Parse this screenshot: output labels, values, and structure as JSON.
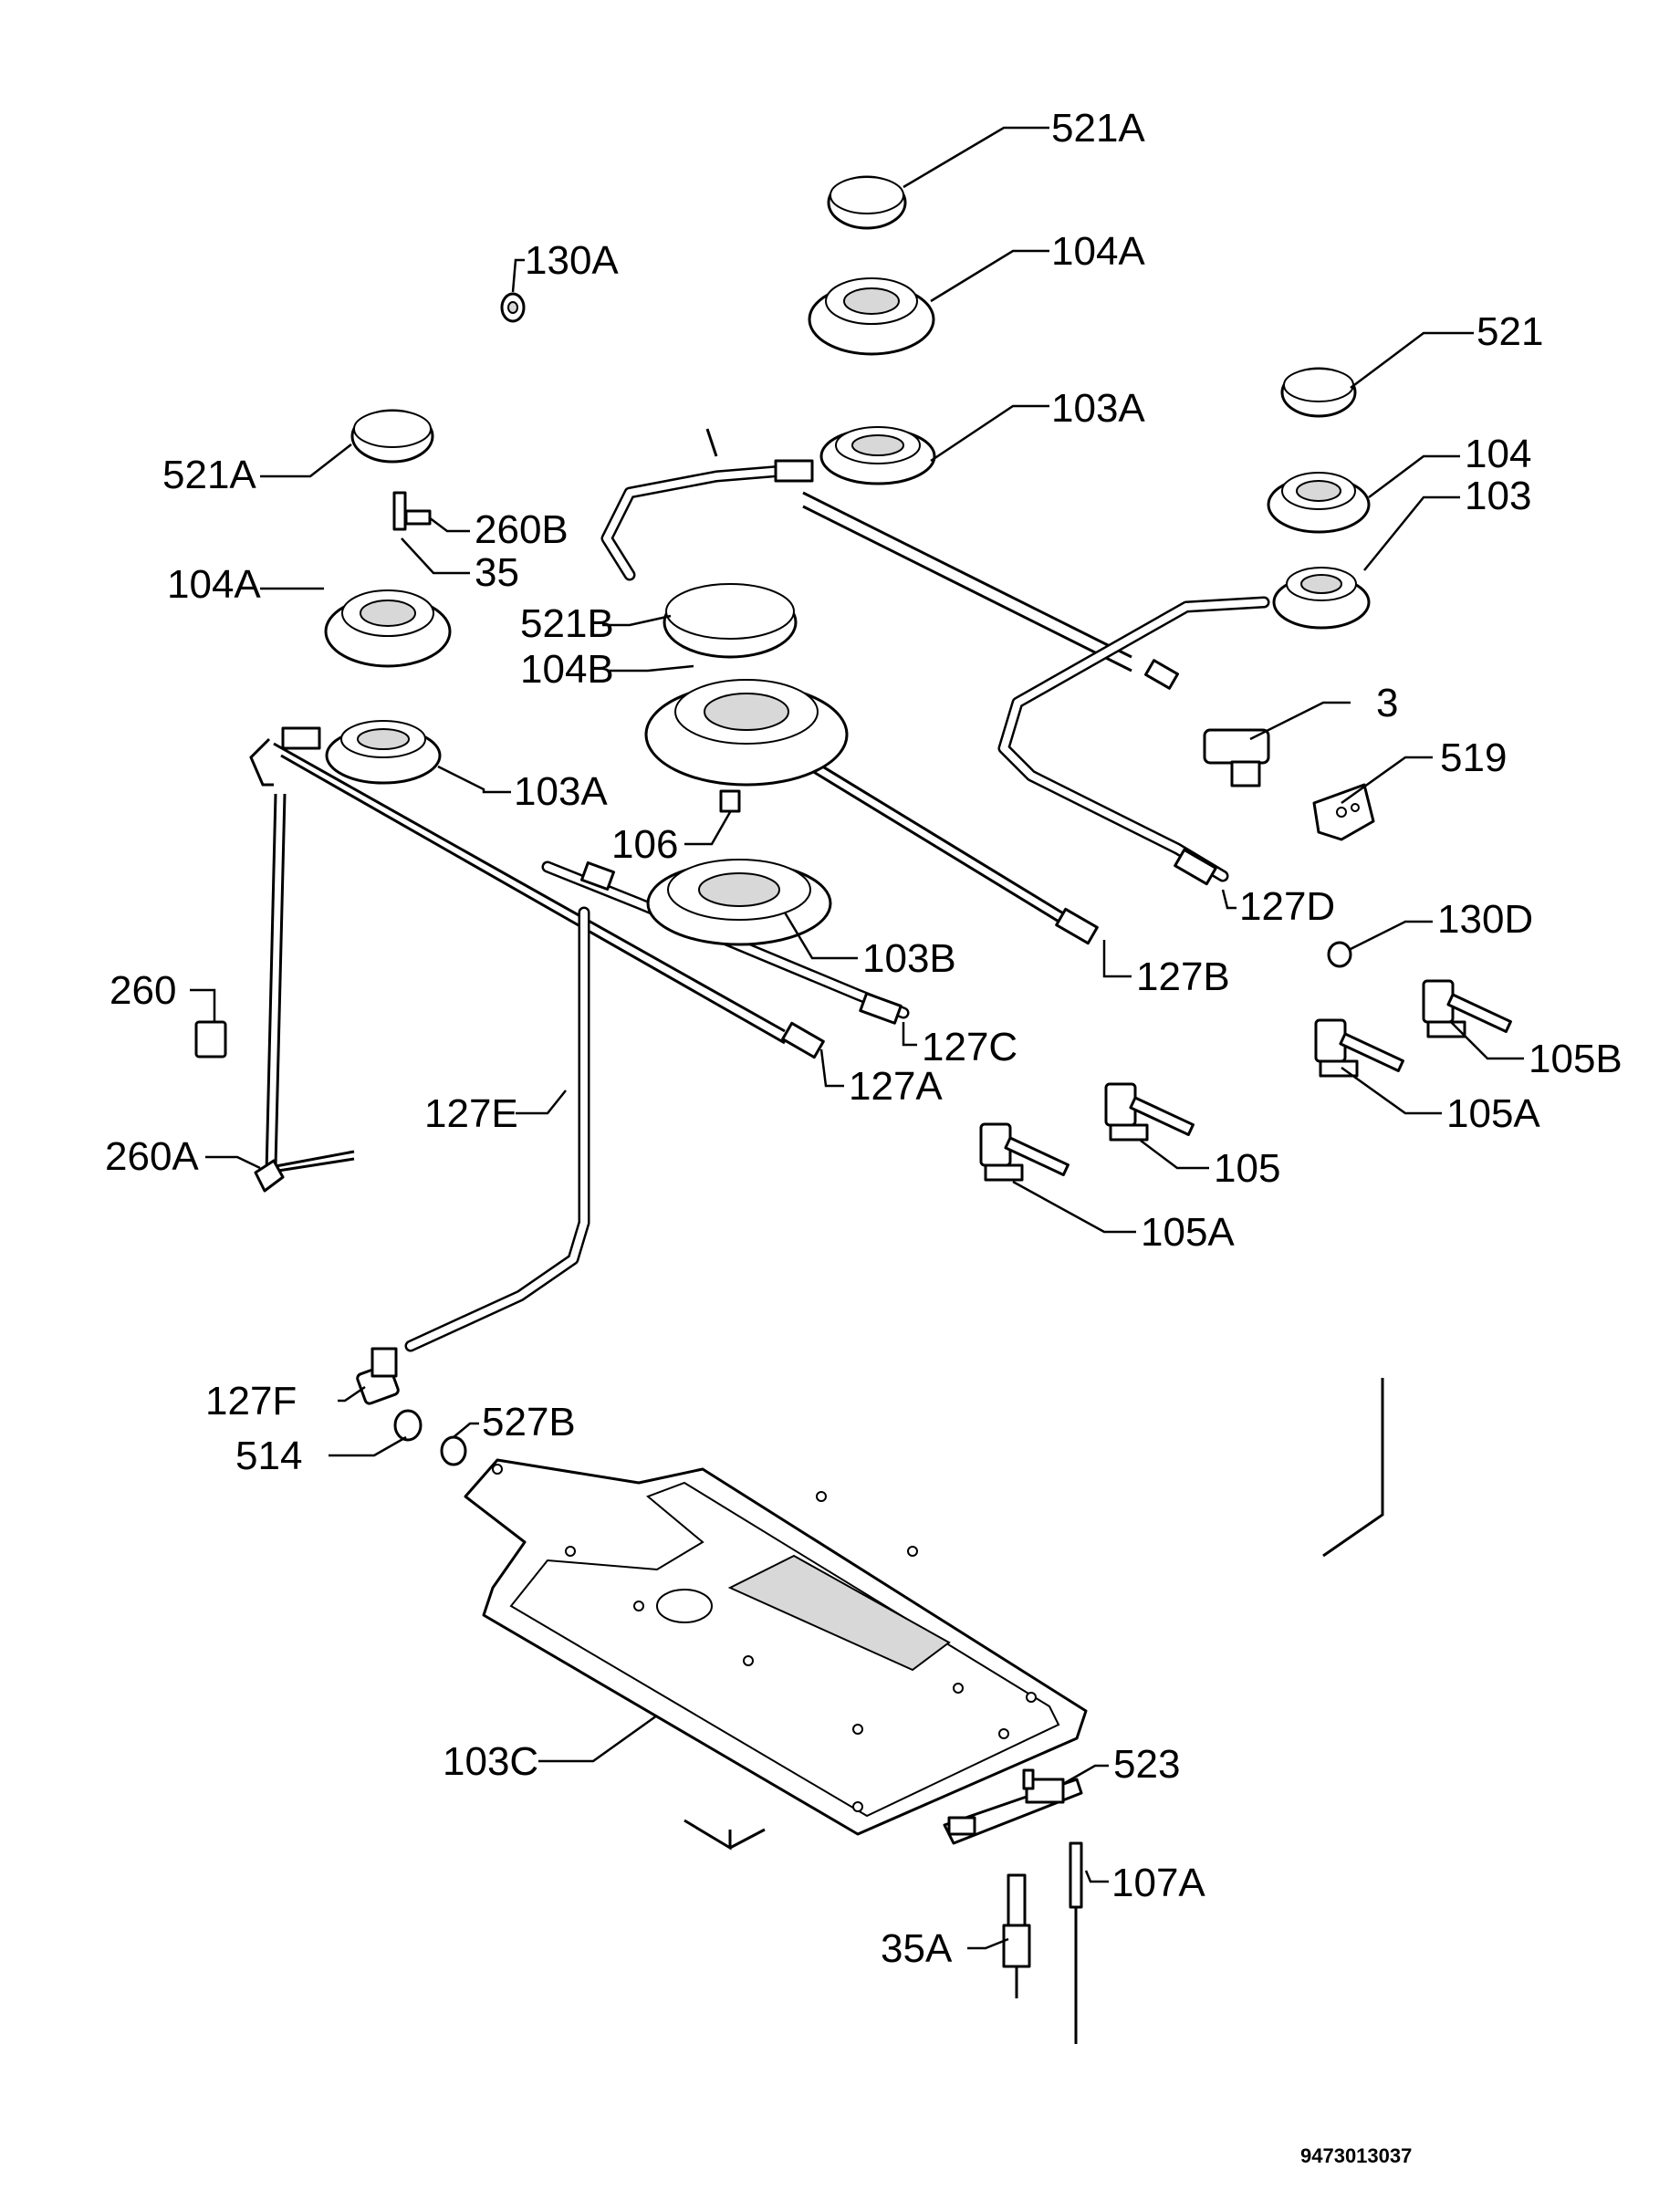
{
  "labels": {
    "l521A_top": "521A",
    "l104A_top": "104A",
    "l103A_top": "103A",
    "l130A": "130A",
    "l521": "521",
    "l104": "104",
    "l103": "103",
    "l521A_left": "521A",
    "l260B": "260B",
    "l35": "35",
    "l104A_left": "104A",
    "l521B": "521B",
    "l104B": "104B",
    "l3": "3",
    "l519": "519",
    "l103A_left": "103A",
    "l106": "106",
    "l127D": "127D",
    "l130D": "130D",
    "l103B": "103B",
    "l127B": "127B",
    "l260": "260",
    "l127C": "127C",
    "l127A": "127A",
    "l105B": "105B",
    "l127E": "127E",
    "l105A_right": "105A",
    "l105": "105",
    "l260A": "260A",
    "l105A_mid": "105A",
    "l127F": "127F",
    "l527B": "527B",
    "l514": "514",
    "l103C": "103C",
    "l523": "523",
    "l107A": "107A",
    "l35A": "35A"
  },
  "document_code": "9473013037"
}
